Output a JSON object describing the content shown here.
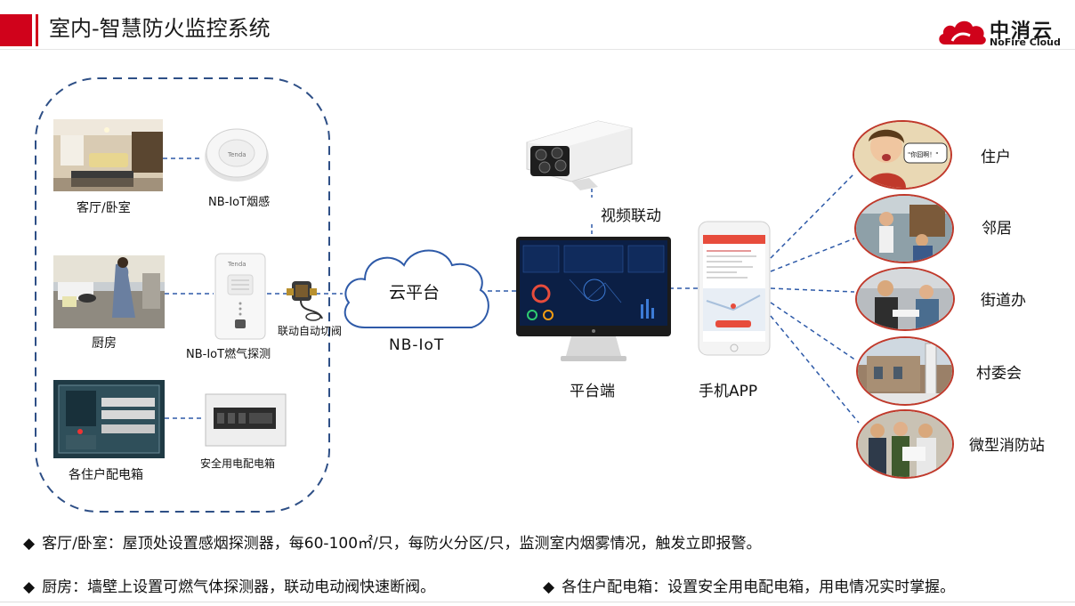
{
  "header": {
    "title": "室内-智慧防火监控系统",
    "logo_cn": "中消云",
    "logo_en": "NoFire Cloud"
  },
  "premises": {
    "living_room": "客厅/卧室",
    "smoke_detector": "NB-IoT烟感",
    "kitchen": "厨房",
    "gas_detector": "NB-IoT燃气探测",
    "valve": "联动自动切阀",
    "distribution_box": "各住户配电箱",
    "safety_box": "安全用电配电箱"
  },
  "cloud": {
    "label": "云平台",
    "network": "NB-IoT"
  },
  "platform": {
    "video_link": "视频联动",
    "label": "平台端"
  },
  "app": {
    "label": "手机APP"
  },
  "recipients": [
    {
      "label": "住户"
    },
    {
      "label": "邻居"
    },
    {
      "label": "街道办"
    },
    {
      "label": "村委会"
    },
    {
      "label": "微型消防站"
    }
  ],
  "speech_bubble": "\"你囧啊！\"",
  "bullets": {
    "b1": "客厅/卧室：屋顶处设置感烟探测器，每60-100㎡/只，每防火分区/只，监测室内烟雾情况，触发立即报警。",
    "b2": "厨房：墙壁上设置可燃气体探测器，联动电动阀快速断阀。",
    "b3": "各住户配电箱：设置安全用电配电箱，用电情况实时掌握。"
  },
  "colors": {
    "accent": "#d0021b",
    "dashed_line": "#2e5aa8",
    "circle_border": "#c0392b"
  }
}
